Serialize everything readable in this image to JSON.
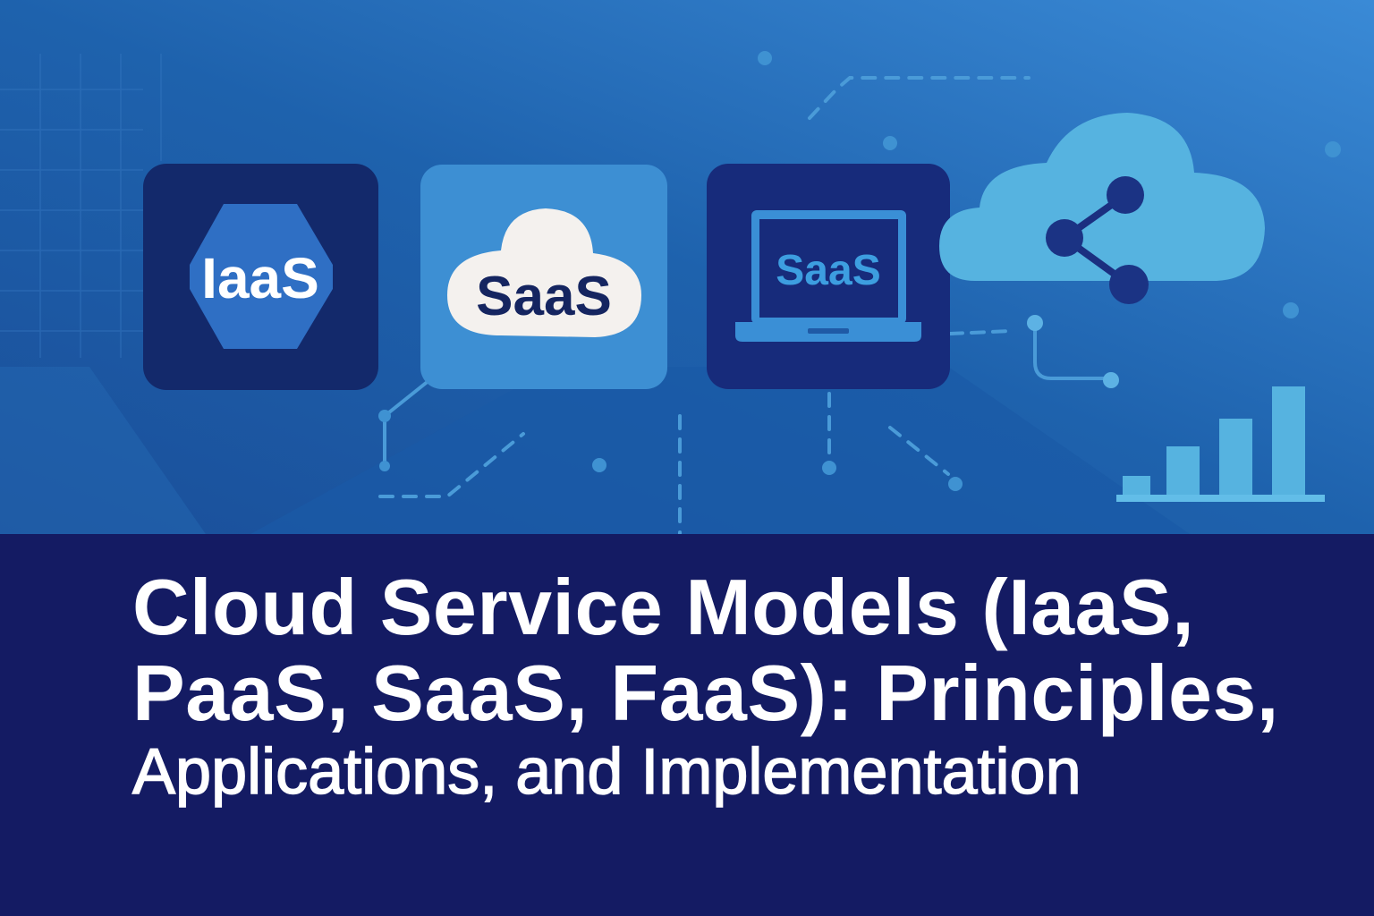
{
  "hero": {
    "cards": [
      {
        "label": "IaaS",
        "icon": "octagon-icon"
      },
      {
        "label": "SaaS",
        "icon": "cloud-icon"
      },
      {
        "label": "SaaS",
        "icon": "laptop-icon"
      }
    ],
    "share_cloud_icon": "cloud-share-icon",
    "bar_chart_icon": "bar-chart-icon"
  },
  "title": {
    "line1": "Cloud Service Models (IaaS,",
    "line2": "PaaS, SaaS, FaaS): Principles,",
    "line3": "Applications, and Implementation"
  },
  "colors": {
    "navy": "#141b63",
    "card_dark": "#13296b",
    "card_light": "#3d8fd3",
    "cloud_light": "#56b3e0",
    "accent": "#2f6fc4"
  }
}
